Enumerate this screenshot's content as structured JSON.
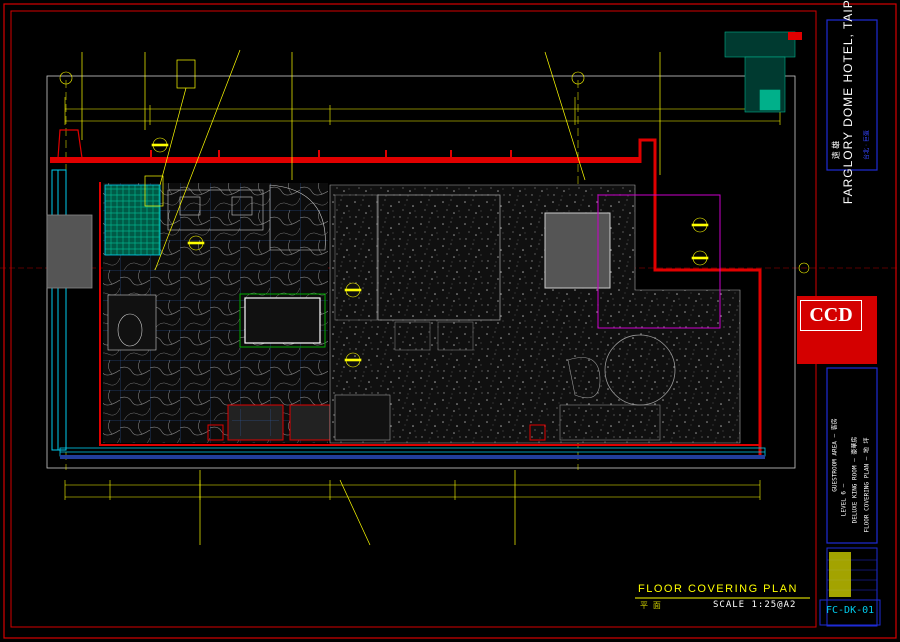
{
  "drawing": {
    "title": "FLOOR COVERING PLAN",
    "title_sub": "平 面",
    "scale": "SCALE 1:25@A2",
    "sheet_no": "FC-DK-01"
  },
  "project": {
    "name_en": "FARGLORY DOME HOTEL, TAIPEI",
    "name_cn": "遠 雄",
    "location": "台北 · 巨蛋"
  },
  "firm": {
    "logo": "CCD"
  },
  "sheet_info": {
    "area": "GUESTROOM AREA — 客房",
    "level": "LEVEL 6 —",
    "room": "DELUXE KING ROOM — 豪華房",
    "plan": "FLOOR COVERING PLAN — 地 坪"
  },
  "colors": {
    "background": "#000000",
    "frame": "#d40000",
    "title_block": "#1e2bd6",
    "wall": "#e00000",
    "yellow": "#ffff00",
    "cyan": "#00ccee",
    "magenta": "#cc00cc",
    "white": "#ffffff"
  }
}
